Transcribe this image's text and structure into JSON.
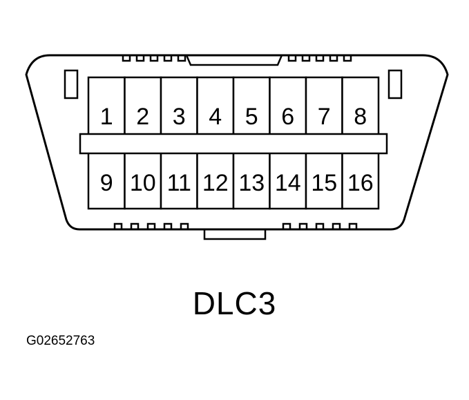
{
  "connector": {
    "top_row": [
      "1",
      "2",
      "3",
      "4",
      "5",
      "6",
      "7",
      "8"
    ],
    "bottom_row": [
      "9",
      "10",
      "11",
      "12",
      "13",
      "14",
      "15",
      "16"
    ]
  },
  "caption": "DLC3",
  "figure_id": "G02652763"
}
